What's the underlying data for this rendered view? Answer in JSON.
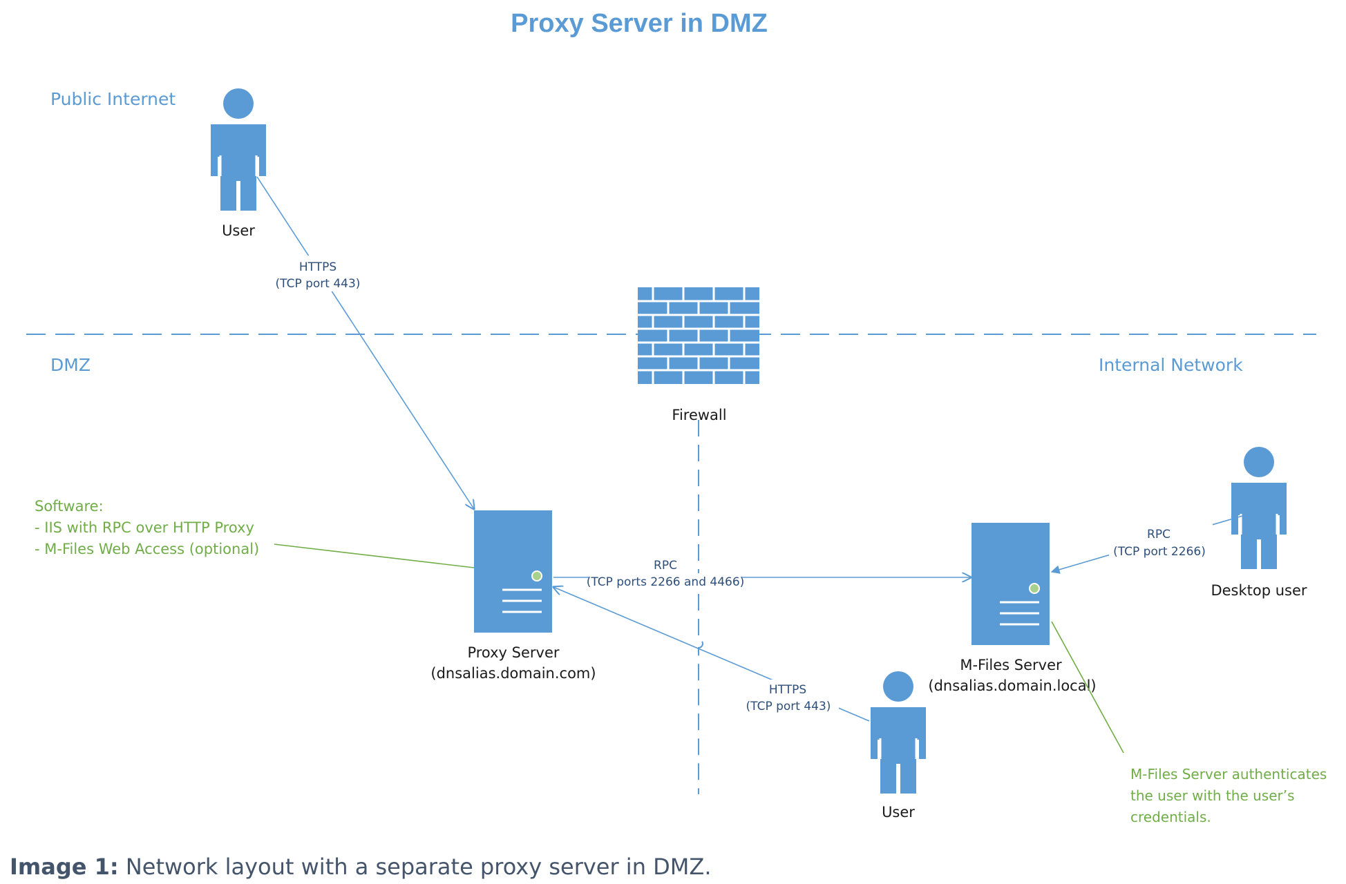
{
  "diagram": {
    "title": "Proxy Server in DMZ",
    "zones": {
      "public_internet": "Public Internet",
      "dmz": "DMZ",
      "internal_network": "Internal Network"
    },
    "firewall_label": "Firewall",
    "actors": {
      "top_user": "User",
      "bottom_user": "User",
      "desktop_user": "Desktop user"
    },
    "servers": {
      "proxy": {
        "name": "Proxy Server",
        "host": "(dnsalias.domain.com)"
      },
      "mfiles": {
        "name": "M-Files Server",
        "host": "(dnsalias.domain.local)"
      }
    },
    "connections": {
      "top_https": {
        "protocol": "HTTPS",
        "port": "(TCP port 443)"
      },
      "rpc_main": {
        "protocol": "RPC",
        "port": "(TCP ports 2266 and 4466)"
      },
      "rpc_desktop": {
        "protocol": "RPC",
        "port": "(TCP port 2266)"
      },
      "bottom_https": {
        "protocol": "HTTPS",
        "port": "(TCP port 443)"
      }
    },
    "notes": {
      "software": [
        "Software:",
        "- IIS with RPC over HTTP Proxy",
        "- M-Files Web Access (optional)"
      ],
      "auth": [
        "M-Files Server authenticates",
        "the user with the user’s",
        "credentials."
      ]
    },
    "colors": {
      "primary": "#5b9bd5",
      "note_green": "#70ad47",
      "caption": "#44546a"
    }
  },
  "caption": {
    "bold": "Image 1:",
    "text": " Network layout with a separate proxy server in DMZ."
  }
}
